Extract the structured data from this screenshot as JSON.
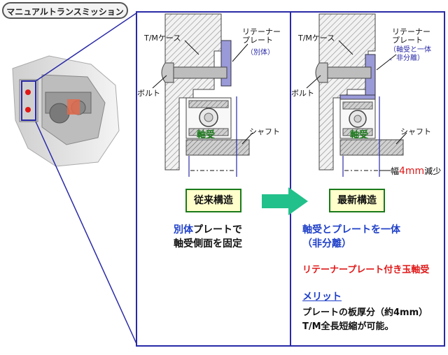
{
  "title": "マニュアルトランスミッション",
  "left_diagram": {
    "case_label": "T/Mケース",
    "retainer_label": "リテーナー\nプレート",
    "retainer_note": "（別体）",
    "bolt_label": "ボルト",
    "bearing_label": "軸受",
    "shaft_label": "シャフト",
    "structure_label": "従来構造",
    "desc_highlight": "別体",
    "desc_line1_rest": "プレートで",
    "desc_line2": "軸受側面を固定"
  },
  "right_diagram": {
    "case_label": "T/Mケース",
    "retainer_label": "リテーナー\nプレート",
    "retainer_note": "（軸受と一体\n、非分離）",
    "bolt_label": "ボルト",
    "bearing_label": "軸受",
    "shaft_label": "シャフト",
    "width_prefix": "幅",
    "width_value": "4mm",
    "width_suffix": "減少",
    "structure_label": "最新構造",
    "desc_line1": "軸受とプレートを一体",
    "desc_line2": "（非分離）",
    "red_line": "リテーナープレート付き玉軸受",
    "merit_title": "メリット",
    "merit_line1": "プレートの板厚分（約4mm）",
    "merit_line2": "T/M全長短縮が可能。"
  },
  "colors": {
    "frame_blue": "#2a2aa8",
    "arrow_green": "#22c08a",
    "plate_purple": "#9a9ad8",
    "bearing_red": "#e01818"
  }
}
